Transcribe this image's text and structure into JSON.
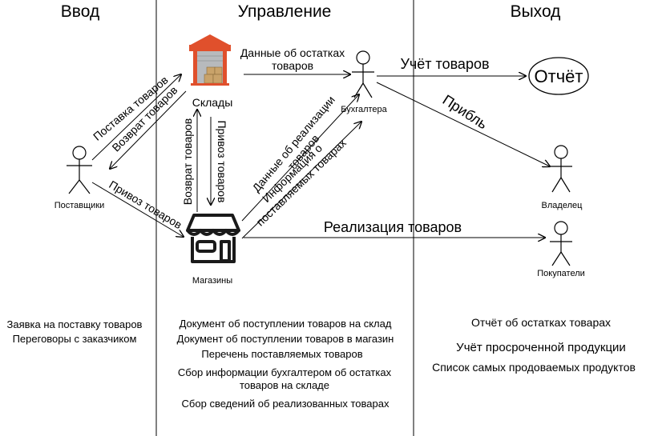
{
  "headers": {
    "input": "Ввод",
    "control": "Управление",
    "output": "Выход"
  },
  "actors": {
    "suppliers": "Поставщики",
    "accountant": "Бухгалтера",
    "owner": "Владелец",
    "customers": "Покупатели"
  },
  "nodes": {
    "warehouse": "Склады",
    "stores": "Магазины",
    "report": "Отчёт"
  },
  "arrows": {
    "supply": "Поставка товаров",
    "return_to_supplier": "Возврат товаров",
    "delivery_from_supplier": "Привоз товаров",
    "return_to_warehouse": "Возврат товаров",
    "delivery_to_store": "Привоз товаров",
    "stock_data_line1": "Данные об остатках",
    "stock_data_line2": "товаров",
    "sales_data_line1": "Данные об реализации",
    "sales_data_line2": "товаров",
    "supplied_info_line1": "Информация о",
    "supplied_info_line2": "поставляемых товарах",
    "goods_accounting": "Учёт товаров",
    "profit": "Прибль",
    "sales": "Реализация товаров"
  },
  "notes": {
    "input": [
      "Заявка на поставку товаров",
      "Переговоры с заказчиком"
    ],
    "control": [
      "Документ об поступлении товаров на склад",
      "Документ об поступлении товаров в магазин",
      "Перечень поставляемых товаров",
      "Сбор информации бухгалтером об остатках",
      "товаров на складе",
      "Сбор сведений об реализованных товарах"
    ],
    "output": [
      "Отчёт об остатках товарах",
      "Учёт просроченной продукции",
      "Список самых продоваемых продуктов"
    ]
  },
  "colors": {
    "warehouse_roof": "#e0502c",
    "warehouse_body": "#b7babd",
    "warehouse_box": "#c9a36a",
    "line": "#000000"
  }
}
